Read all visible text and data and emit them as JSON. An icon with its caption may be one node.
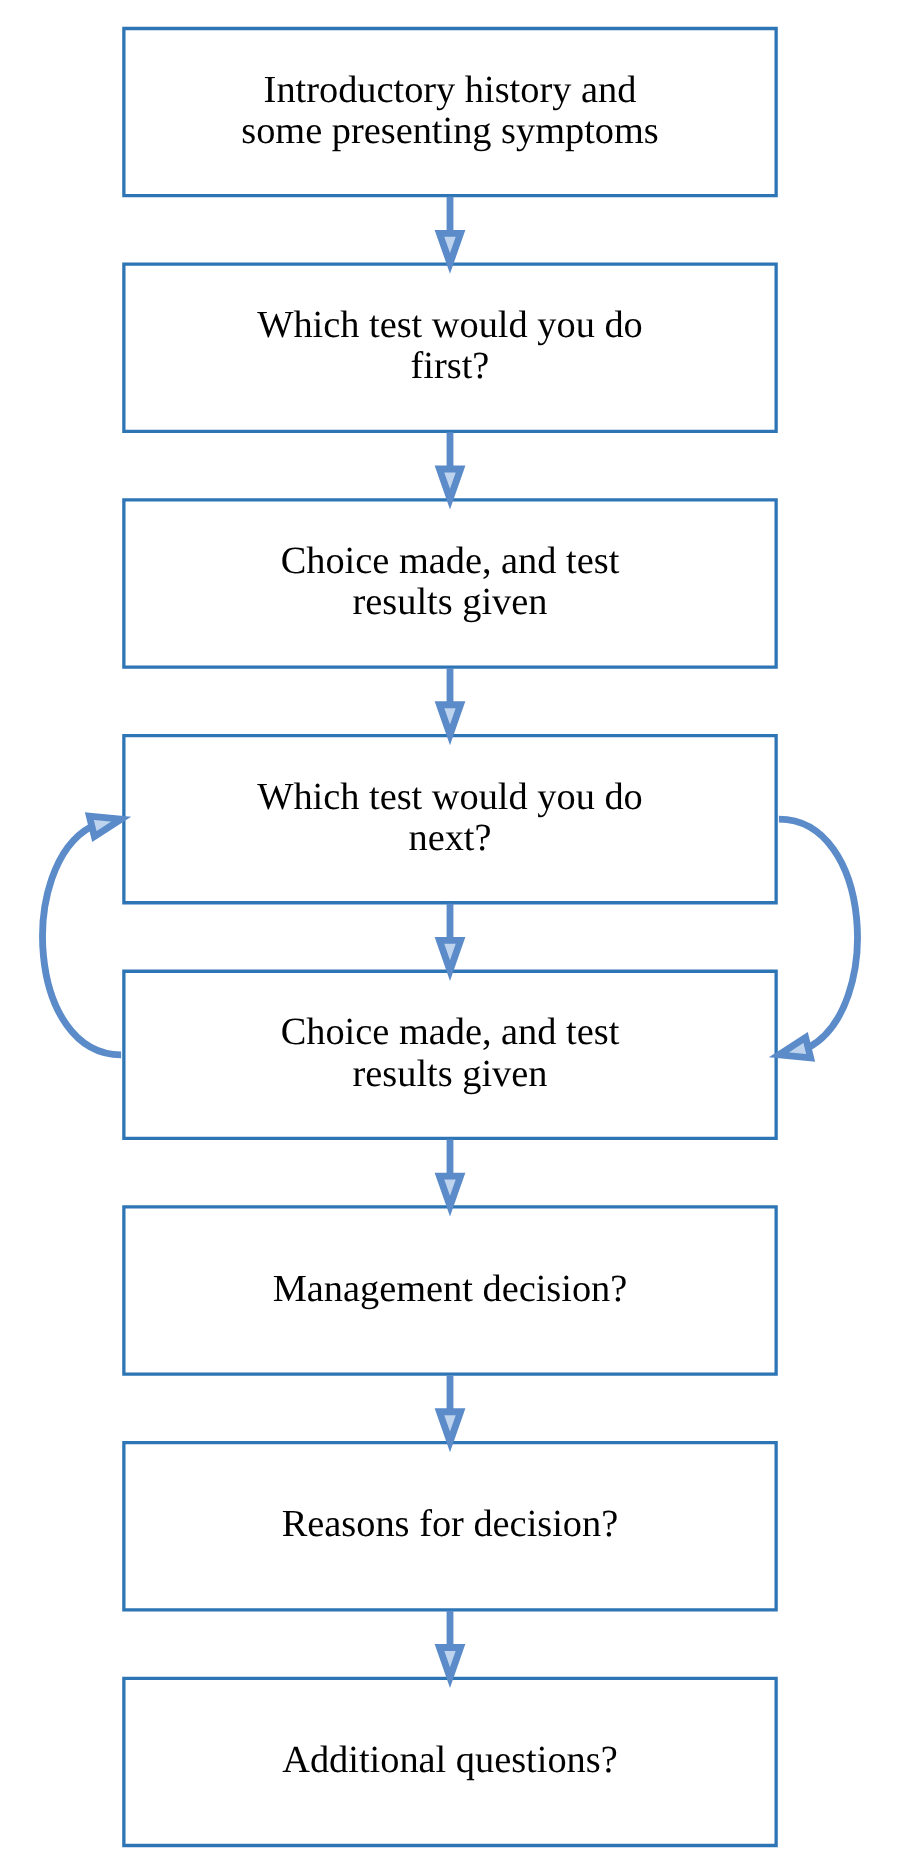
{
  "diagram": {
    "nodes": [
      {
        "text": [
          "Introductory history and some presenting symptoms"
        ]
      },
      {
        "text": [
          "Which test would you do first?"
        ]
      },
      {
        "text": [
          "Choice made, and test results given"
        ]
      },
      {
        "text": [
          "Which test would you do next?"
        ]
      },
      {
        "text": [
          "Choice made, and test results given"
        ]
      },
      {
        "text": [
          "Management decision?"
        ]
      },
      {
        "text": [
          "Reasons for decision?"
        ]
      },
      {
        "text": [
          "Additional questions?"
        ]
      }
    ],
    "edges": [
      {
        "from": 0,
        "to": 1,
        "arrow": "to"
      },
      {
        "from": 1,
        "to": 2,
        "arrow": "to"
      },
      {
        "from": 2,
        "to": 3,
        "arrow": "to"
      },
      {
        "from": 3,
        "to": 4,
        "arrow": "to"
      },
      {
        "from": 3,
        "to": 4,
        "arrow": "to"
      },
      {
        "from": 4,
        "to": 3,
        "arrow": "to"
      },
      {
        "from": 4,
        "to": 5,
        "arrow": "to"
      },
      {
        "from": 5,
        "to": 6,
        "arrow": "to"
      },
      {
        "from": 6,
        "to": 7,
        "arrow": "to"
      }
    ]
  }
}
